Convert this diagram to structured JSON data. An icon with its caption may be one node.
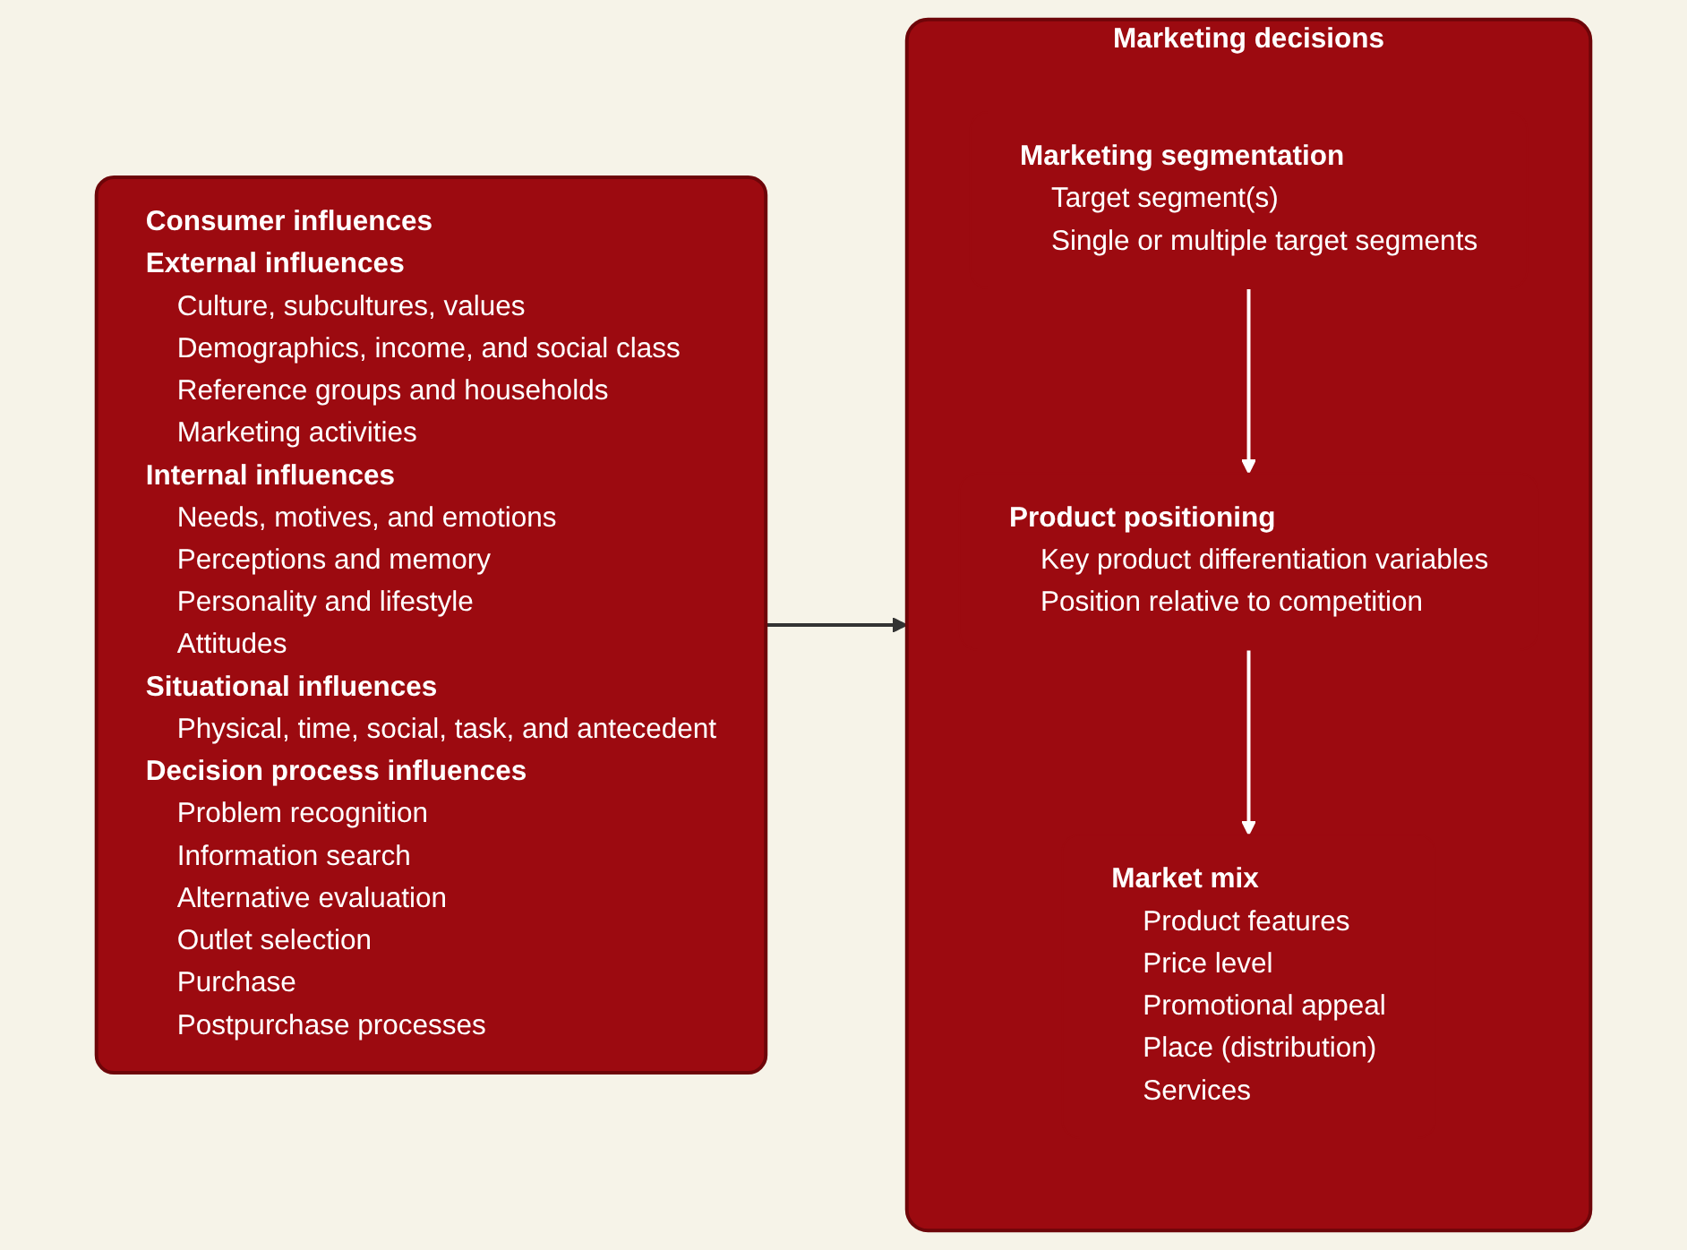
{
  "diagram": {
    "nodes": [
      {
        "text": [
          "Consumer influences",
          "External influences",
          "Culture, subcultures, values",
          "Demographics, income, and social class",
          "Reference groups and households",
          "Marketing activities",
          "Internal influences",
          "Needs, motives, and emotions",
          "Perceptions and memory",
          "Personality and lifestyle",
          "Attitudes",
          "Situational influences",
          "Physical, time, social, task, and antecedent",
          "Decision process influences",
          "Problem recognition",
          "Information search",
          "Alternative evaluation",
          "Outlet selection",
          "Purchase",
          "Postpurchase processes"
        ]
      },
      {
        "text": [
          "Marketing decisions"
        ]
      },
      {
        "text": [
          "Marketing segmentation",
          "Target segment(s)",
          "Single or multiple target segments"
        ],
        "in": 1
      },
      {
        "text": [
          "Product positioning",
          "Key product differentiation variables",
          "Position relative to competition"
        ],
        "in": 1
      },
      {
        "text": [
          "Market mix",
          "Product features",
          "Price level",
          "Promotional appeal",
          "Place (distribution)",
          "Services"
        ],
        "in": 1
      }
    ],
    "edges": [
      {
        "from": 0,
        "to": 1,
        "arrow": "to",
        "color": "#333333"
      },
      {
        "from": 2,
        "to": 3,
        "arrow": "to"
      },
      {
        "from": 3,
        "to": 4,
        "arrow": "to"
      }
    ]
  }
}
